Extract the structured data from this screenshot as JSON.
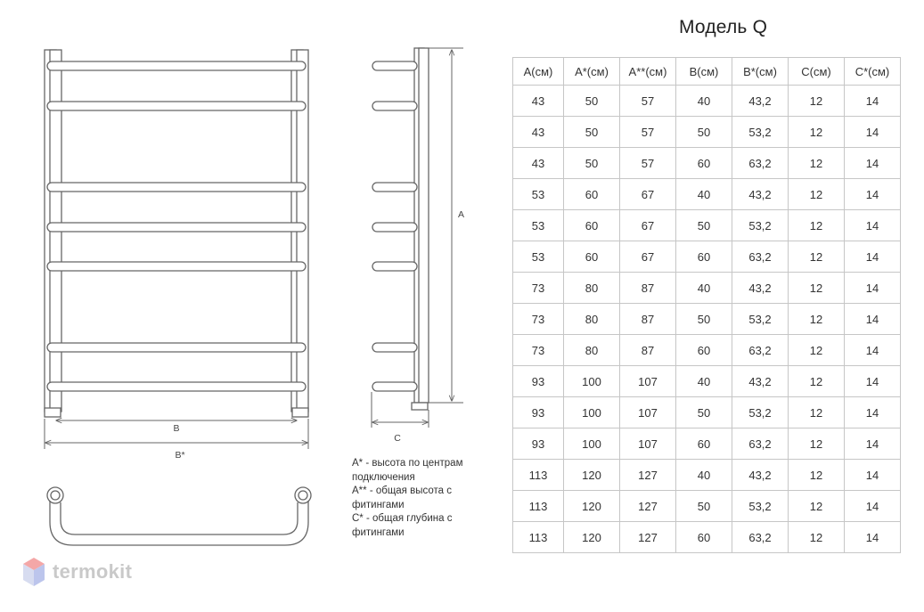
{
  "title": "Модель Q",
  "dimension_labels": {
    "width": "B",
    "width_total": "B*",
    "height": "A",
    "depth": "C"
  },
  "notes": [
    "А* - высота по центрам подключения",
    "А** - общая высота с фитингами",
    "С* - общая глубина с фитингами"
  ],
  "table": {
    "headers": [
      "А(см)",
      "А*(см)",
      "А**(см)",
      "В(см)",
      "В*(см)",
      "С(см)",
      "С*(см)"
    ],
    "rows": [
      [
        "43",
        "50",
        "57",
        "40",
        "43,2",
        "12",
        "14"
      ],
      [
        "43",
        "50",
        "57",
        "50",
        "53,2",
        "12",
        "14"
      ],
      [
        "43",
        "50",
        "57",
        "60",
        "63,2",
        "12",
        "14"
      ],
      [
        "53",
        "60",
        "67",
        "40",
        "43,2",
        "12",
        "14"
      ],
      [
        "53",
        "60",
        "67",
        "50",
        "53,2",
        "12",
        "14"
      ],
      [
        "53",
        "60",
        "67",
        "60",
        "63,2",
        "12",
        "14"
      ],
      [
        "73",
        "80",
        "87",
        "40",
        "43,2",
        "12",
        "14"
      ],
      [
        "73",
        "80",
        "87",
        "50",
        "53,2",
        "12",
        "14"
      ],
      [
        "73",
        "80",
        "87",
        "60",
        "63,2",
        "12",
        "14"
      ],
      [
        "93",
        "100",
        "107",
        "40",
        "43,2",
        "12",
        "14"
      ],
      [
        "93",
        "100",
        "107",
        "50",
        "53,2",
        "12",
        "14"
      ],
      [
        "93",
        "100",
        "107",
        "60",
        "63,2",
        "12",
        "14"
      ],
      [
        "113",
        "120",
        "127",
        "40",
        "43,2",
        "12",
        "14"
      ],
      [
        "113",
        "120",
        "127",
        "50",
        "53,2",
        "12",
        "14"
      ],
      [
        "113",
        "120",
        "127",
        "60",
        "63,2",
        "12",
        "14"
      ]
    ]
  },
  "logo": {
    "text": "termokit",
    "colors": {
      "top": "#f4a7a7",
      "left": "#d7dcf0",
      "right": "#bcc5ec"
    }
  }
}
